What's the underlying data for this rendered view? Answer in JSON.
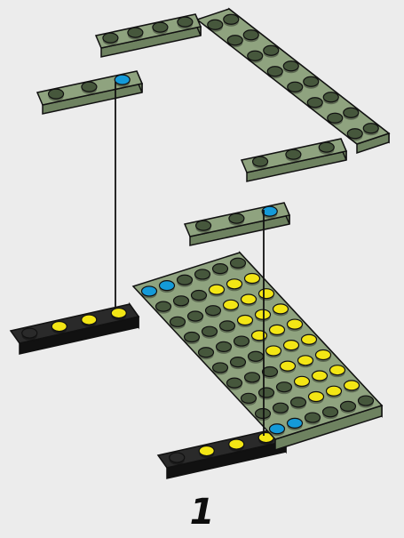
{
  "instruction": {
    "step_number": "1"
  },
  "colors": {
    "background": "#ececec",
    "plate_green_top": "#8fa37f",
    "plate_green_side": "#6e8260",
    "stud_green": "#46573c",
    "plate_black_top": "#2a2a2a",
    "plate_black_side": "#111111",
    "stud_yellow": "#f3e615",
    "stud_blue": "#149ad8",
    "outline": "#111111"
  },
  "parts": [
    {
      "name": "green-plate-1x4-top",
      "color": "sand green"
    },
    {
      "name": "green-plate-2x8-right",
      "color": "sand green"
    },
    {
      "name": "green-plate-1x3-left",
      "color": "sand green",
      "marked_stud": "blue"
    },
    {
      "name": "green-plate-1x3-right",
      "color": "sand green"
    },
    {
      "name": "green-plate-1x3-lower",
      "color": "sand green",
      "marked_stud": "blue"
    },
    {
      "name": "green-plate-6x10-base",
      "color": "sand green"
    },
    {
      "name": "black-plate-1x4-left",
      "color": "black",
      "marked_studs": "yellow"
    },
    {
      "name": "black-plate-1x4-right",
      "color": "black",
      "marked_studs": "yellow"
    }
  ]
}
